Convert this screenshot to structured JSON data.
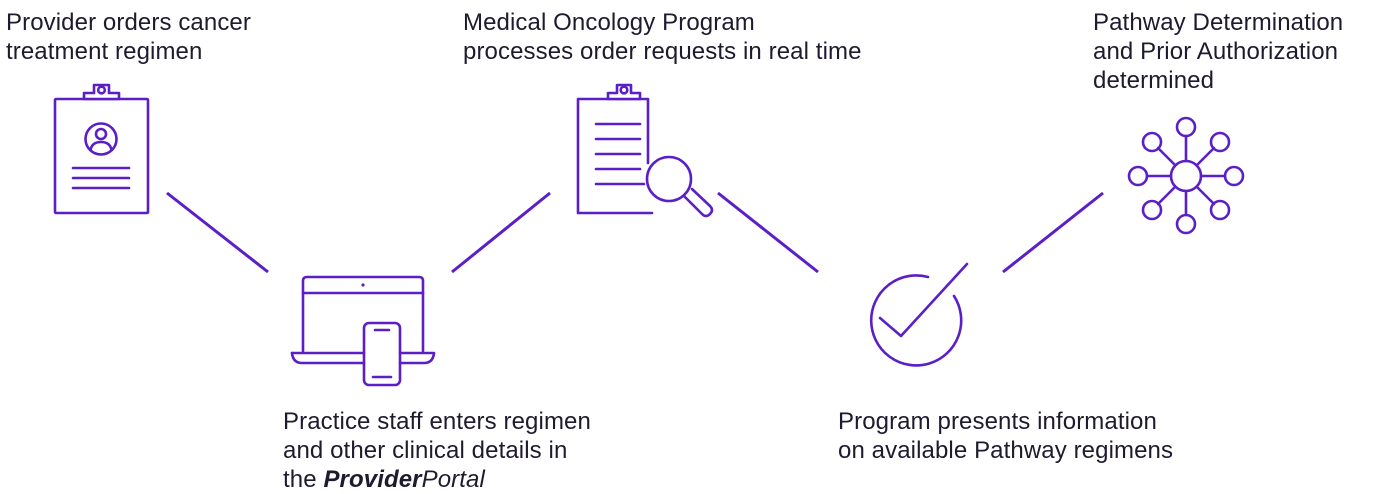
{
  "accent_color": "#5b1fc6",
  "steps": [
    {
      "id": "provider-orders",
      "lines": [
        "Provider orders cancer",
        "treatment regimen"
      ],
      "icon": "clipboard-patient-icon"
    },
    {
      "id": "practice-staff",
      "lines": [
        "Practice staff enters regimen",
        "and other clinical details in",
        "the "
      ],
      "brand_bold": "Provider",
      "brand_rest": "Portal",
      "icon": "laptop-phone-icon"
    },
    {
      "id": "program-processes",
      "lines": [
        "Medical Oncology Program",
        "processes order requests in real time"
      ],
      "icon": "clipboard-search-icon"
    },
    {
      "id": "program-presents",
      "lines": [
        "Program presents information",
        "on available Pathway regimens"
      ],
      "icon": "checkmark-circle-icon"
    },
    {
      "id": "pathway-determination",
      "lines": [
        "Pathway Determination",
        "and Prior Authorization",
        "determined"
      ],
      "icon": "network-hub-icon"
    }
  ]
}
